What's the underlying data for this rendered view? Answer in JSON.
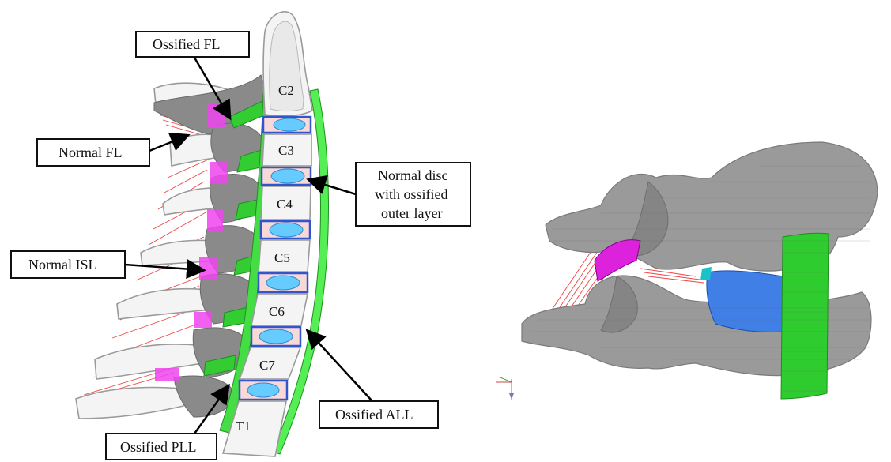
{
  "labels": {
    "ossified_fl": "Ossified FL",
    "normal_fl": "Normal FL",
    "normal_isl": "Normal ISL",
    "ossified_pll": "Ossified PLL",
    "ossified_all": "Ossified ALL",
    "normal_disc_line1": "Normal disc",
    "normal_disc_line2": "with ossified",
    "normal_disc_line3": "outer layer"
  },
  "vertebrae": [
    "C2",
    "C3",
    "C4",
    "C5",
    "C6",
    "C7",
    "T1"
  ],
  "colors": {
    "ossified_ligament": "#33cc33",
    "ligament_soft": "#ee33ee",
    "disc_nucleus": "#66ccff",
    "disc_annulus": "#3355cc",
    "ligament_fiber": "#ee4444",
    "bone_outline": "#9a9a9a"
  }
}
